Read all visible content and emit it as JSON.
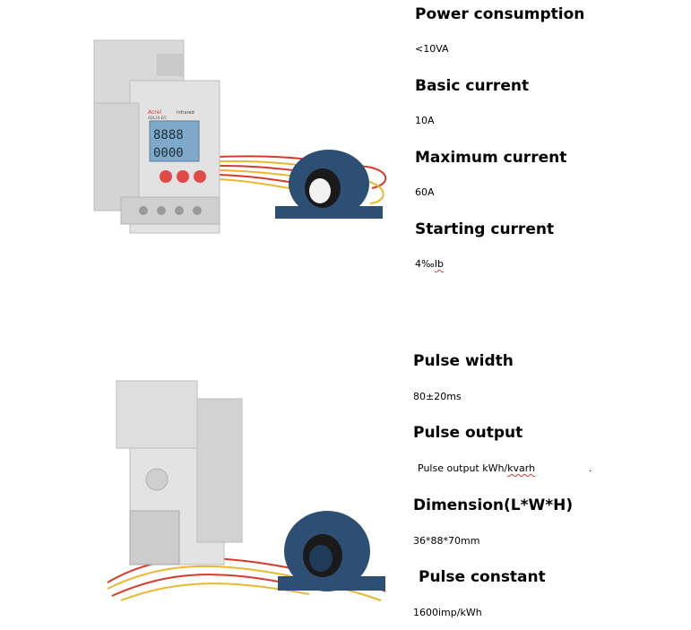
{
  "specs_top": [
    {
      "label": "Power consumption",
      "value": "<10VA"
    },
    {
      "label": "Basic current",
      "value": "10A"
    },
    {
      "label": "Maximum current",
      "value": "60A"
    },
    {
      "label": "Starting current",
      "value_prefix": "4‰",
      "value_suffix": "Ib"
    }
  ],
  "specs_bottom": [
    {
      "label": "Pulse width",
      "value": "80±20ms"
    },
    {
      "label": "Pulse output",
      "value_prefix": "Pulse output kWh/",
      "value_suffix": "kvarh",
      "trailing_mark": "."
    },
    {
      "label": "Dimension(L*W*H)",
      "value": "36*88*70mm"
    },
    {
      "label": "Pulse constant",
      "value": "1600imp/kWh"
    }
  ],
  "device_front": {
    "brand_text": "Acrel",
    "model_text": "ADL10-E/C",
    "infrared_text": "Infrared",
    "lcd_line1": "8888",
    "lcd_line2": "0000",
    "icon_names": [
      "left-button-icon",
      "up-button-icon",
      "down-button-icon"
    ],
    "colors": {
      "housing": "#dcdcdc",
      "lcd": "#7fa9c8",
      "button": "#e24a4a",
      "ct_core": "#2c4f73",
      "wire_red": "#d83a2a",
      "wire_yellow": "#e8b830"
    }
  }
}
